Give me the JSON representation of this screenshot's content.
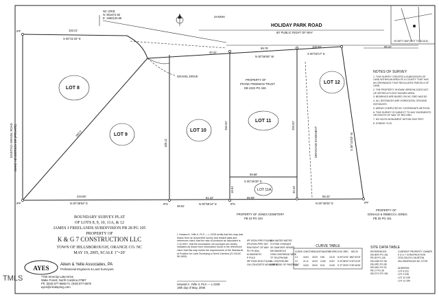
{
  "road": {
    "name": "HOLIDAY PARK ROAD",
    "right_of_way": "60' PUBLIC RIGHT OF WAY"
  },
  "lots": {
    "lot8": {
      "label": "LOT 8"
    },
    "lot9": {
      "label": "LOT 9"
    },
    "lot10": {
      "label": "LOT 10"
    },
    "lot11": {
      "label": "LOT 11"
    },
    "lot11a": {
      "label": "LOT 11A"
    },
    "lot12": {
      "label": "LOT 12"
    }
  },
  "plat_labels": {
    "ip_markers": [
      "IPF",
      "IPF",
      "IPS",
      "IPS",
      "IPF"
    ],
    "gravel_drive": "GRAVEL DRIVE",
    "frank_trust": [
      "PROPERTY OF",
      "FRANK FREEMAN TRUST",
      "DB 4322 PG 346"
    ],
    "jones_south": [
      "PROPERTY OF JONES CEMETERY",
      "PB 23 PG 163"
    ],
    "jones_se": [
      "PROPERTY OF",
      "DONALD & REBECCA JONES",
      "PB 25 PG 161"
    ],
    "west_road": [
      "EXISTING GRAVEL ROAD",
      "ISAAC HENDERSON DR (PRIVATE)"
    ],
    "drainage": "DRAINAGE EASEMENT",
    "top_grid": [
      "NC GRID",
      "N: 801672.92",
      "E: 1960120.65"
    ],
    "road_feature": "SANNIH"
  },
  "bearings": {
    "top_west": "153.41'",
    "top_west_brg": "S 00°31'34\" E",
    "top_mid": "99.76'",
    "top_mid_brg": "N 00°56'06\" W",
    "top_east": "100.88'",
    "top_east_brg": "S 00°00'17\" E",
    "far_east": "99.41'",
    "bot_west": "234.86'",
    "bot_west_brg": "N 00°36'54\" E",
    "bot_mid": "81.42'",
    "bot_mid_brg": "N 00°58'14\" E",
    "bot_east": "99.99'",
    "bot_east2": "66.22'",
    "bot_east_brg": "N 00°45'02\" E",
    "diag": "393.5'",
    "vert_lot9_10": "189.11'",
    "vert_lot10_11": "250.00'",
    "vert_lot11_12": "200.00'",
    "inner_h": "99.88'",
    "inner_brg": "S 00°36'30\" E",
    "east_vert": "S 38°10'03\" W",
    "lot11a_sw": "18.91'",
    "lot11a_se": "30.43'",
    "misc_1": "38.61'",
    "misc_2": "40.31'"
  },
  "title_block": {
    "title": "BOUNDARY SURVEY PLAT",
    "of_lots": "OF LOTS 8, 9, 10, 11A, & 12",
    "subdivision": "JAMES J FREELANDS SUBDIVISION PB 28 PG 105",
    "property_of": "PROPERTY OF",
    "owner": "K & G 7 CONSTRUCTION LLC",
    "location": "TOWN OF HILLSBOROUGH, ORANGE CO.  NC",
    "date_scale": "MAY 19, 2005, SCALE 1\"=20'"
  },
  "firm": {
    "logo": "AYES",
    "name": "Aiken & Yelle Associates, PA",
    "subtitle": "Professional Engineers & Land Surveyors",
    "address1": "7700 Serenity Lake Drive",
    "address2": "Wake Forest, North Carolina 27587",
    "phone": "Ph: (919) 877-6555  Fx: (919) 877-6676",
    "email": "ayes@mindspring.com"
  },
  "curve_table": {
    "title": "CURVE TABLE",
    "headers": [
      "CURVE",
      "LENGTH",
      "RADIUS",
      "TANGENT",
      "CHORD",
      "CHD. BRG",
      "DELTA"
    ],
    "rows": [
      [
        "C1",
        "18.62",
        "25.00",
        "9.80",
        "18.19",
        "N 59°14'51\" W",
        "42°40'18\""
      ],
      [
        "C2",
        "21.11",
        "40.00",
        "10.82",
        "20.87",
        "S 33°08'02\" E",
        "30°14'25\""
      ],
      [
        "C3",
        "15.60",
        "25.00",
        "8.04",
        "15.35",
        "S 37°49'32\" E",
        "35°44'56\""
      ]
    ]
  },
  "legend": {
    "items": [
      "IPF  IRON PIPE FOUND",
      "IPS  IRON PIPE SET",
      "R/W  RIGHT OF WAY",
      "PK   PK NAIL",
      "M    MAGNETIC",
      "P    POLE",
      "IRF  IRON ROD FOUND",
      "CM   CONCRETE MONUMENT",
      "WM   WATER METER",
      "FH   FIRE HYDRANT",
      "SS   SANITARY SEWER",
      "MH   MANHOLE",
      "OHW  OVERHEAD WIRE",
      "TP   TELEPHONE",
      "CL   CENTERLINE",
      "EOP  EDGE OF PAVEMENT"
    ]
  },
  "notes": {
    "heading": "NOTES OF SURVEY",
    "items": [
      "1. THIS SURVEY CREATES A SUBDIVISION OF LAND WITHIN AN AREA OF A COUNTY THAT HAS AN ORDINANCE THAT REGULATES PARCELS OF LAND.",
      "2. THE PROPERTY SHOWN HEREON DOES NOT LIE WITHIN A FLOOD HAZARD AREA.",
      "3. BEARINGS ARE BASED ON NC GRID NAD 83.",
      "4. ALL DISTANCES ARE HORIZONTAL GROUND DISTANCES.",
      "5. AREAS COMPUTED BY COORDINATE METHOD.",
      "6. THIS SURVEY IS SUBJECT TO ANY EASEMENTS OR RIGHTS OF WAY OF RECORD.",
      "7. NO NCGS MONUMENT WITHIN 2000 FEET.",
      "8. ZONING: R-20."
    ]
  },
  "site_data": {
    "heading": "SITE DATA TABLE",
    "rows": [
      "REFERENCES:",
      "DB 3870 PG 181",
      "PB 28 PG 105",
      "DB 1050 PG 56",
      "DB 2451 PG 86",
      "DB 2451 PG 91",
      "PB 17 PG 36",
      "DB 2171 PG 181"
    ],
    "current_owner": [
      "CURRENT PROPERTY OWNER",
      "K & G 7 CONSTRUCTION",
      "3703 SOUTH CHURTON",
      "HILLSBOROUGH NC 27278"
    ],
    "address": [
      "ADDRESS:",
      "LOT 8   231",
      "LOT 9   235",
      "LOT 10  239",
      "LOT 12  259"
    ]
  },
  "certification": {
    "text": "I, Howard A. Yelle II, PLS — L-2228 certify that this map was drawn from an actual field survey and related plats and references cited; that the ratio of precision as calculated is 1:10,000+; that the boundaries not surveyed are clearly indicated as drawn from information found in the references cited; that this map meets the requirements of the Standards of Practice for Land Surveying in North Carolina (21 NCAC 56.1600).",
    "signature": "Howard A. Yelle II, PLS — L-2228",
    "date": "19th day of May, 2005"
  },
  "vicinity": {
    "label": "VICINITY MAP (NOT TO SCALE)"
  },
  "watermark": "TMLS"
}
